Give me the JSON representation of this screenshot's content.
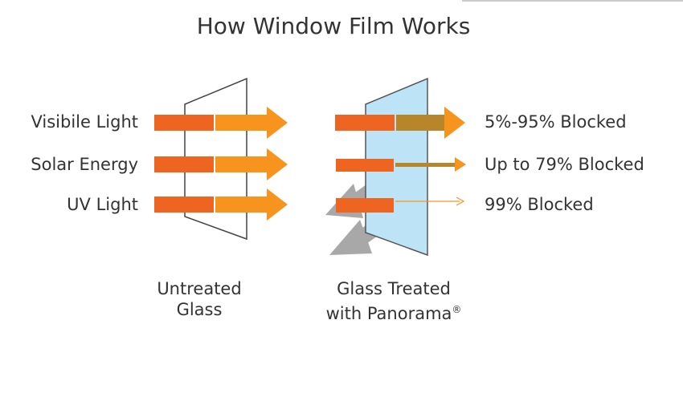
{
  "title": "How Window Film Works",
  "rows": [
    {
      "label": "Visibile Light",
      "result": "5%-95% Blocked"
    },
    {
      "label": "Solar Energy",
      "result": "Up to 79% Blocked"
    },
    {
      "label": "UV Light",
      "result": "99% Blocked"
    }
  ],
  "captions": {
    "untreated_line1": "Untreated",
    "untreated_line2": "Glass",
    "treated_line1": "Glass Treated",
    "treated_line2": "with Panorama",
    "treated_mark": "®"
  },
  "colors": {
    "arrow_dark": "#ee6522",
    "arrow_light": "#f7941d",
    "arrow_filtered": "#b8862a",
    "film": "#bde3f7",
    "reflection": "#a8a8a8",
    "text": "#333333"
  }
}
